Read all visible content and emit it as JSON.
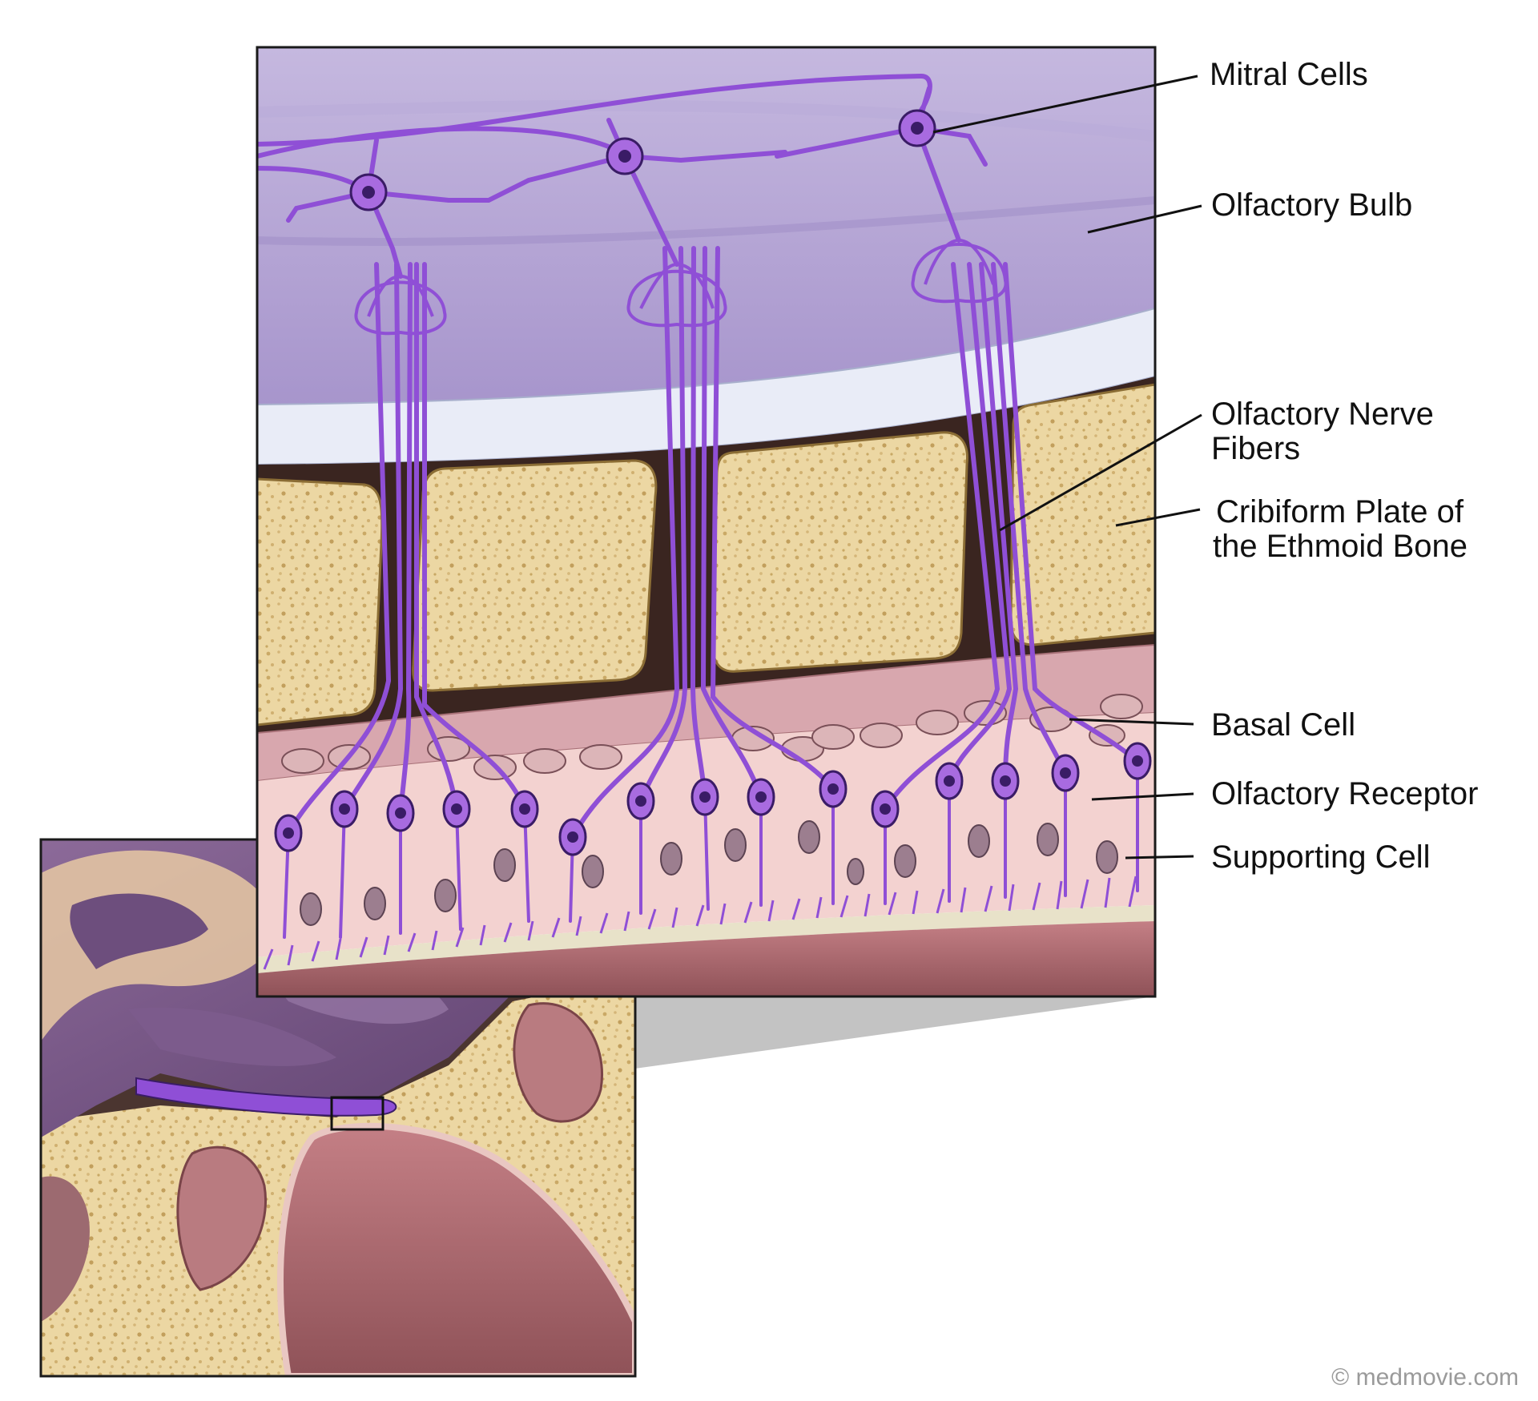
{
  "labels": {
    "mitral_cells": "Mitral Cells",
    "olfactory_bulb": "Olfactory Bulb",
    "olfactory_nerve_fibers_line1": "Olfactory Nerve",
    "olfactory_nerve_fibers_line2": "Fibers",
    "cribriform_plate_line1": "Cribiform Plate of",
    "cribriform_plate_line2": "the Ethmoid Bone",
    "basal_cell": "Basal Cell",
    "olfactory_receptor": "Olfactory Receptor",
    "supporting_cell": "Supporting Cell"
  },
  "copyright": "© medmovie.com",
  "colors": {
    "bulb": "#b6a6d3",
    "bulb_dark": "#8f7cb8",
    "neuron": "#8f4fd6",
    "neuron_outline": "#3a1c66",
    "bone": "#ecd7a3",
    "bone_speckle": "#c9a965",
    "dura": "#e9ecf7",
    "lamina": "#d8a7ae",
    "epithelium": "#f3d2d0",
    "mucosa": "#a86a6f"
  }
}
